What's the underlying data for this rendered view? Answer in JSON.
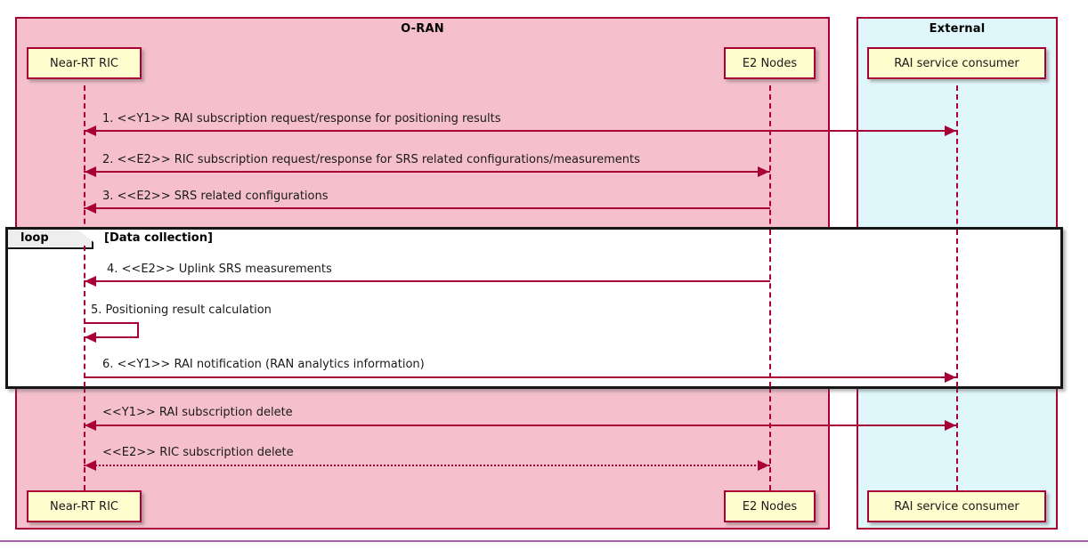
{
  "diagram": {
    "type": "uml-sequence-diagram",
    "colors": {
      "oran_fill": "#F5C0CC",
      "external_fill": "#DFF7FA",
      "participant_fill": "#FEFECE",
      "line": "#A80036",
      "loop_border": "#161616",
      "loop_tab_fill": "#EEEEEE",
      "footer_rule": "#B060A8"
    },
    "groups": [
      {
        "id": "oran",
        "title": "O-RAN"
      },
      {
        "id": "external",
        "title": "External"
      }
    ],
    "participants": [
      {
        "id": "nearrt",
        "label": "Near-RT RIC",
        "group": "oran"
      },
      {
        "id": "e2nodes",
        "label": "E2 Nodes",
        "group": "oran"
      },
      {
        "id": "rai",
        "label": "RAI service consumer",
        "group": "external"
      }
    ],
    "participants_bottom": [
      {
        "id": "nearrt",
        "label": "Near-RT RIC"
      },
      {
        "id": "e2nodes",
        "label": "E2 Nodes"
      },
      {
        "id": "rai",
        "label": "RAI service consumer"
      }
    ],
    "fragment": {
      "kind": "loop",
      "condition": "[Data collection]"
    },
    "messages": [
      {
        "seq": "1.",
        "label": "1. <<Y1>> RAI subscription request/response for positioning results",
        "from": "nearrt",
        "to": "rai",
        "style": "solid",
        "bidirectional": true
      },
      {
        "seq": "2.",
        "label": "2. <<E2>> RIC subscription request/response for SRS related configurations/measurements",
        "from": "nearrt",
        "to": "e2nodes",
        "style": "solid",
        "bidirectional": true
      },
      {
        "seq": "3.",
        "label": "3. <<E2>> SRS related configurations",
        "from": "e2nodes",
        "to": "nearrt",
        "style": "solid",
        "bidirectional": false
      },
      {
        "seq": "4.",
        "label": "4. <<E2>> Uplink SRS measurements",
        "from": "e2nodes",
        "to": "nearrt",
        "style": "solid",
        "bidirectional": false,
        "in_loop": true
      },
      {
        "seq": "5.",
        "label": "5. Positioning result calculation",
        "from": "nearrt",
        "to": "nearrt",
        "style": "self",
        "in_loop": true
      },
      {
        "seq": "6.",
        "label": "6. <<Y1>> RAI notification (RAN analytics information)",
        "from": "nearrt",
        "to": "rai",
        "style": "solid",
        "bidirectional": false,
        "in_loop": true
      },
      {
        "seq": "",
        "label": "<<Y1>> RAI subscription delete",
        "from": "nearrt",
        "to": "rai",
        "style": "solid",
        "bidirectional": false
      },
      {
        "seq": "",
        "label": "<<E2>> RIC subscription delete",
        "from": "nearrt",
        "to": "e2nodes",
        "style": "dashed",
        "bidirectional": false
      }
    ]
  }
}
